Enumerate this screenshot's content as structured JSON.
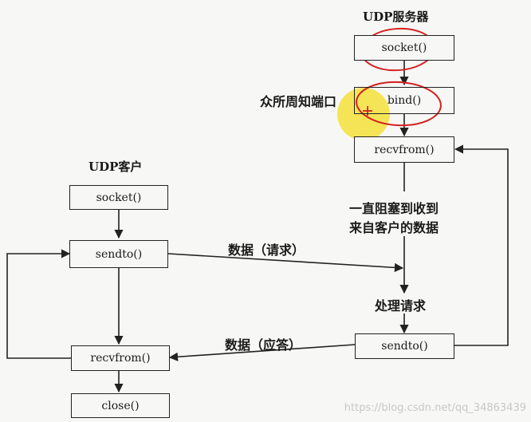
{
  "server": {
    "title": "UDP服务器",
    "socket": "socket()",
    "bind": "bind()",
    "well_known_port": "众所周知端口",
    "recvfrom": "recvfrom()",
    "block_note": [
      "一直阻塞到收到",
      "来自客户的数据"
    ],
    "process": "处理请求",
    "sendto": "sendto()"
  },
  "client": {
    "title": "UDP客户",
    "socket": "socket()",
    "sendto": "sendto()",
    "recvfrom": "recvfrom()",
    "close": "close()"
  },
  "flows": {
    "request": "数据（请求）",
    "reply": "数据（应答）"
  },
  "watermark": "https://blog.csdn.net/qq_34863439",
  "colors": {
    "annotation": "#d42020",
    "highlight": "#f4e23a"
  }
}
